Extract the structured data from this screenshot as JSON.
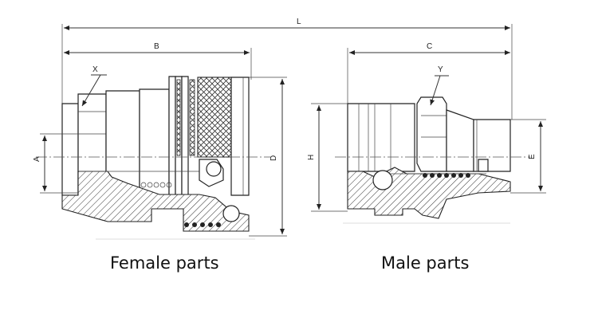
{
  "dimensions": {
    "overall_length": "L",
    "female_length": "B",
    "male_length": "C",
    "female_thread": "X",
    "male_thread": "Y",
    "female_bore": "A",
    "female_outer_diameter": "D",
    "male_body_height": "H",
    "male_bore": "E"
  },
  "captions": {
    "female": "Female parts",
    "male": "Male parts"
  }
}
